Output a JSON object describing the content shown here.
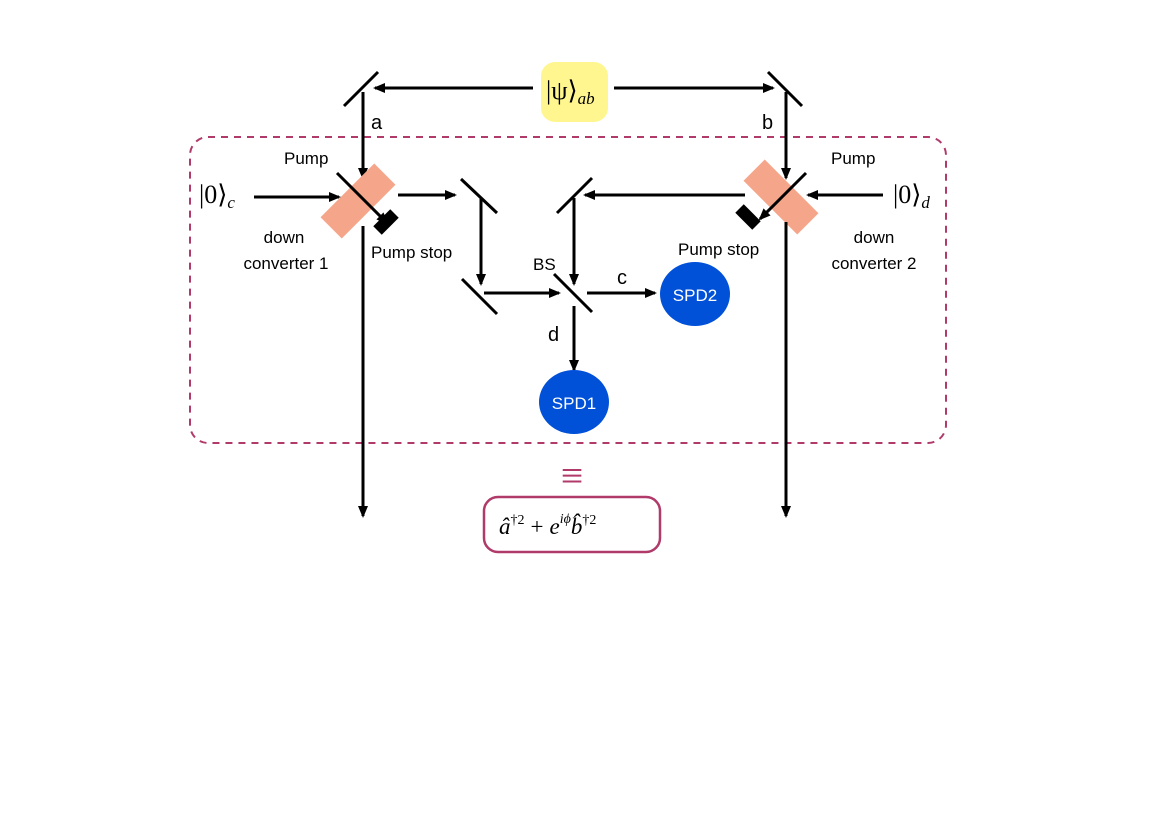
{
  "state": {
    "ket": "|ψ⟩",
    "sub": "ab",
    "fill": "#fff68f"
  },
  "inputs": {
    "c": {
      "ket": "|0⟩",
      "sub": "c"
    },
    "d": {
      "ket": "|0⟩",
      "sub": "d"
    }
  },
  "paths": {
    "a": "a",
    "b": "b",
    "c": "c",
    "d": "d"
  },
  "labels": {
    "pump_left": "Pump",
    "pump_right": "Pump",
    "pump_stop_left": "Pump stop",
    "pump_stop_right": "Pump stop",
    "dc1_line1": "down",
    "dc1_line2": "converter 1",
    "dc2_line1": "down",
    "dc2_line2": "converter 2",
    "bs": "BS"
  },
  "detectors": {
    "spd1": "SPD1",
    "spd2": "SPD2",
    "color": "#0050d8"
  },
  "equivalence": "≡",
  "output_state": {
    "a_hat": "â",
    "a_sup": "†2",
    "plus": "+",
    "e": "e",
    "e_sup": "iϕ",
    "b_hat": "b̂",
    "b_sup": "†2"
  },
  "colors": {
    "box_dashed": "#b03a6a",
    "crystal": "#f5a68a",
    "ink": "#000000"
  }
}
